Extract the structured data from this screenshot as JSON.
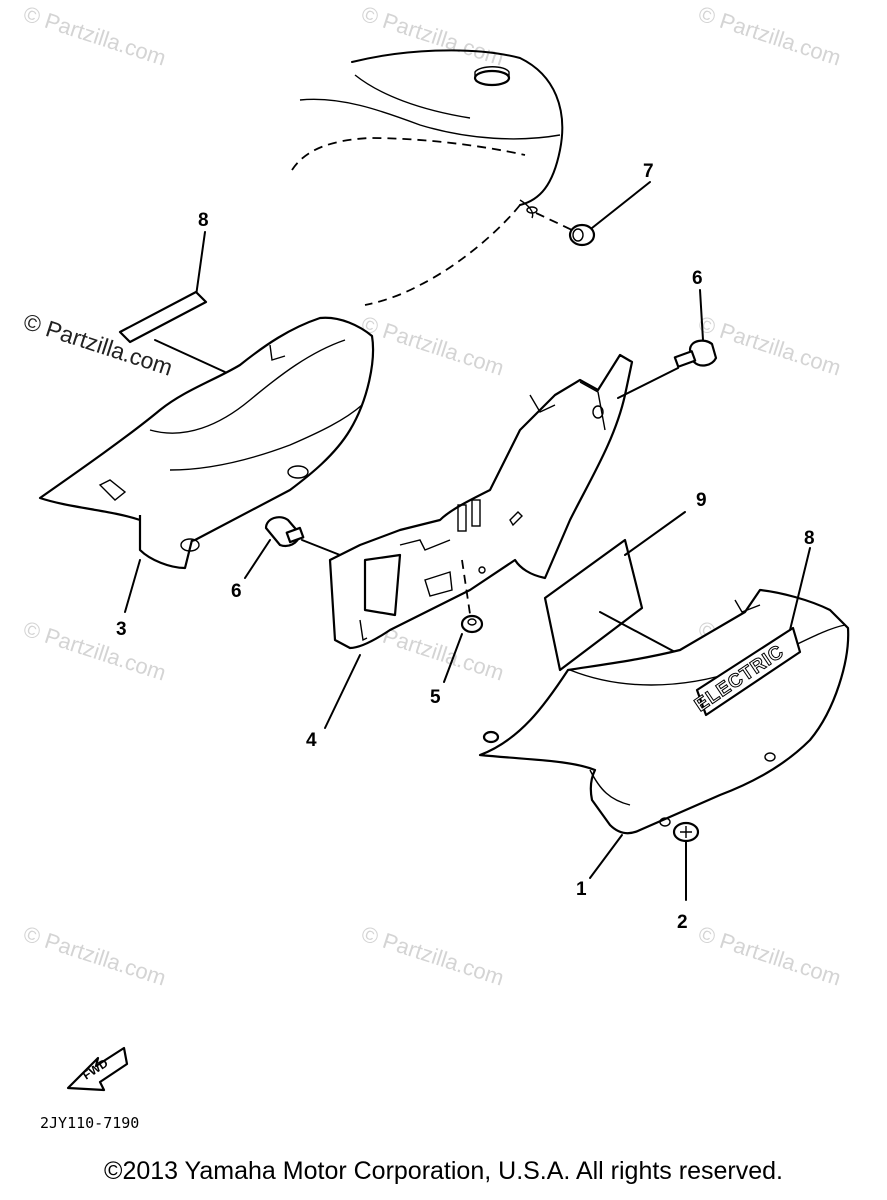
{
  "watermark_text": "© Partzilla.com",
  "callouts": {
    "c1": "1",
    "c2": "2",
    "c3": "3",
    "c4": "4",
    "c5": "5",
    "c6a": "6",
    "c6b": "6",
    "c7": "7",
    "c8a": "8",
    "c8b": "8",
    "c9": "9"
  },
  "decal_text": "ELECTRIC",
  "fwd_label": "FWD",
  "diagram_code": "2JY110-7190",
  "copyright": "©2013 Yamaha Motor Corporation, U.S.A. All rights reserved.",
  "colors": {
    "line": "#000000",
    "watermark": "#d4d4d4",
    "background": "#ffffff"
  }
}
